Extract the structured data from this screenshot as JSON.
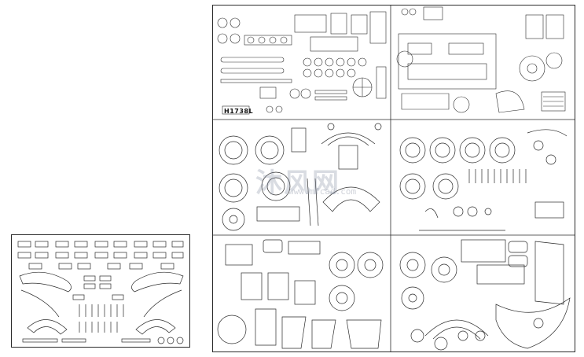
{
  "drawing": {
    "part_code": "H1738L",
    "watermark_logo": "沐风网",
    "watermark_url": "www.mfcad.com"
  },
  "sheets": [
    {
      "id": "left-sheet",
      "name": "left parts sheet"
    },
    {
      "id": "main-top-left",
      "name": "top-left panel"
    },
    {
      "id": "main-top-right",
      "name": "top-right panel"
    },
    {
      "id": "main-mid-left",
      "name": "middle-left panel"
    },
    {
      "id": "main-mid-right",
      "name": "middle-right panel"
    },
    {
      "id": "main-bot-left",
      "name": "bottom-left panel"
    },
    {
      "id": "main-bot-right",
      "name": "bottom-right panel"
    }
  ],
  "colors": {
    "line": "#2a2a2a",
    "background": "#ffffff",
    "watermark": "#8a93a6"
  }
}
